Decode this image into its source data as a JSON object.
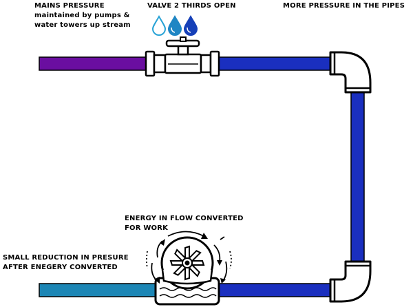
{
  "labels": {
    "mains_pressure": {
      "title": "MAINS PRESSURE",
      "line1": "maintained by pumps &",
      "line2": "water towers up stream"
    },
    "valve": {
      "text": "VALVE 2 THIRDS OPEN"
    },
    "more_pressure": {
      "text": "MORE PRESSURE IN THE PIPES"
    },
    "energy": {
      "line1": "ENERGY IN FLOW CONVERTED",
      "line2": "FOR WORK"
    },
    "reduction": {
      "line1": "SMALL REDUCTION IN PRESURE",
      "line2": "AFTER ENEGERY CONVERTED"
    }
  },
  "pipe_colors": {
    "mains_inlet": "#6a0ea0",
    "pressurised_pipe": "#1a2fbf",
    "outlet": "#1c86b5"
  },
  "valve_state": {
    "opening_fraction": 0.667,
    "drops_total": 3,
    "drops_filled": 2
  },
  "icons": {
    "drops": [
      "water-drop-outline-icon",
      "water-drop-filled-icon",
      "water-drop-filled-icon"
    ],
    "valve": "gate-valve-icon",
    "turbine": "water-wheel-icon",
    "elbows": [
      "pipe-elbow-icon",
      "pipe-elbow-icon"
    ],
    "rotation": "rotation-arrows-icon"
  }
}
